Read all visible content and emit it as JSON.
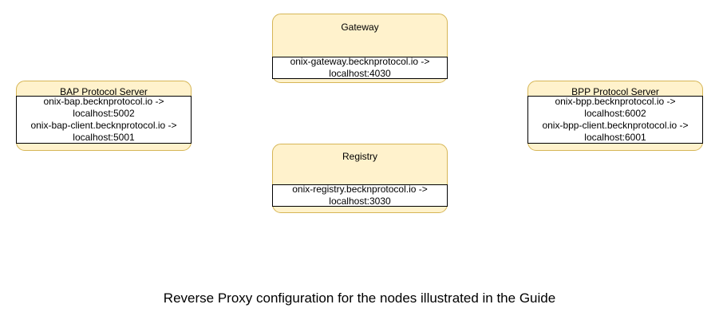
{
  "diagram": {
    "caption": "Reverse Proxy configuration for the nodes illustrated in the Guide",
    "colors": {
      "node_fill": "#FFF2CC",
      "node_border": "#D6B656",
      "mapping_fill": "#FFFFFF",
      "mapping_border": "#000000",
      "text": "#000000",
      "background": "#FFFFFF"
    },
    "nodes": {
      "gateway": {
        "title": "Gateway",
        "mappings": [
          "onix-gateway.becknprotocol.io -> localhost:4030"
        ]
      },
      "bap": {
        "title": "BAP Protocol Server",
        "mappings": [
          "onix-bap.becknprotocol.io -> localhost:5002",
          "onix-bap-client.becknprotocol.io -> localhost:5001"
        ]
      },
      "bpp": {
        "title": "BPP Protocol Server",
        "mappings": [
          "onix-bpp.becknprotocol.io -> localhost:6002",
          "onix-bpp-client.becknprotocol.io -> localhost:6001"
        ]
      },
      "registry": {
        "title": "Registry",
        "mappings": [
          "onix-registry.becknprotocol.io -> localhost:3030"
        ]
      }
    }
  }
}
